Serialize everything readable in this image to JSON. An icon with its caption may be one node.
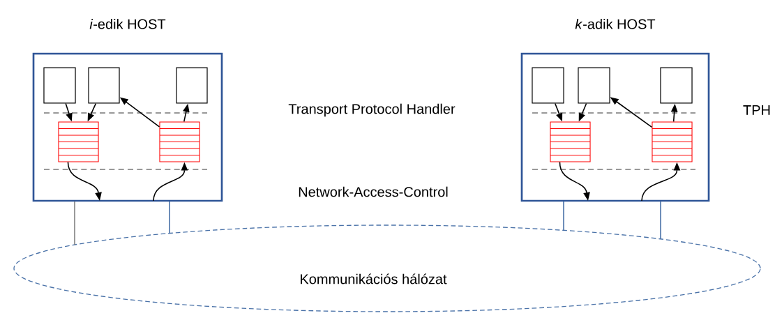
{
  "diagram": {
    "nodes": [
      {
        "text": [
          "*i*-edik HOST"
        ]
      },
      {
        "text": [],
        "shape": "box",
        "in": 0
      },
      {
        "text": [],
        "shape": "box",
        "in": 0
      },
      {
        "text": [],
        "shape": "box",
        "in": 0
      },
      {
        "text": [],
        "shape": "queue",
        "in": 0
      },
      {
        "text": [],
        "shape": "queue",
        "in": 0
      },
      {
        "text": [
          "*k*-adik HOST"
        ]
      },
      {
        "text": [],
        "shape": "box",
        "in": 6
      },
      {
        "text": [],
        "shape": "box",
        "in": 6
      },
      {
        "text": [],
        "shape": "box",
        "in": 6
      },
      {
        "text": [],
        "shape": "queue",
        "in": 6
      },
      {
        "text": [],
        "shape": "queue",
        "in": 6
      },
      {
        "text": [
          "Kommunikációs hálózat"
        ]
      }
    ],
    "edges": [
      {
        "from": 1,
        "to": 4,
        "arrow": "to"
      },
      {
        "from": 2,
        "to": 4,
        "arrow": "to"
      },
      {
        "from": 5,
        "to": 2,
        "arrow": "to"
      },
      {
        "from": 5,
        "to": 3,
        "arrow": "to"
      },
      {
        "from": 4,
        "to": null,
        "arrow": "to"
      },
      {
        "from": null,
        "to": 5,
        "arrow": "to"
      },
      {
        "from": 7,
        "to": 10,
        "arrow": "to"
      },
      {
        "from": 8,
        "to": 10,
        "arrow": "to"
      },
      {
        "from": 11,
        "to": 8,
        "arrow": "to"
      },
      {
        "from": 11,
        "to": 9,
        "arrow": "to"
      },
      {
        "from": 10,
        "to": null,
        "arrow": "to"
      },
      {
        "from": null,
        "to": 11,
        "arrow": "to"
      },
      {
        "from": 0,
        "to": 12,
        "arrow": "none",
        "color": "#7f7f7f"
      },
      {
        "from": 0,
        "to": 12,
        "arrow": "none",
        "color": "#4a72a8"
      },
      {
        "from": 6,
        "to": 12,
        "arrow": "none",
        "color": "#4a72a8"
      },
      {
        "from": 6,
        "to": 12,
        "arrow": "none",
        "color": "#4a72a8"
      }
    ],
    "labels": [
      "Transport Protocol Handler",
      "Network-Access-Control",
      "TPH"
    ]
  }
}
